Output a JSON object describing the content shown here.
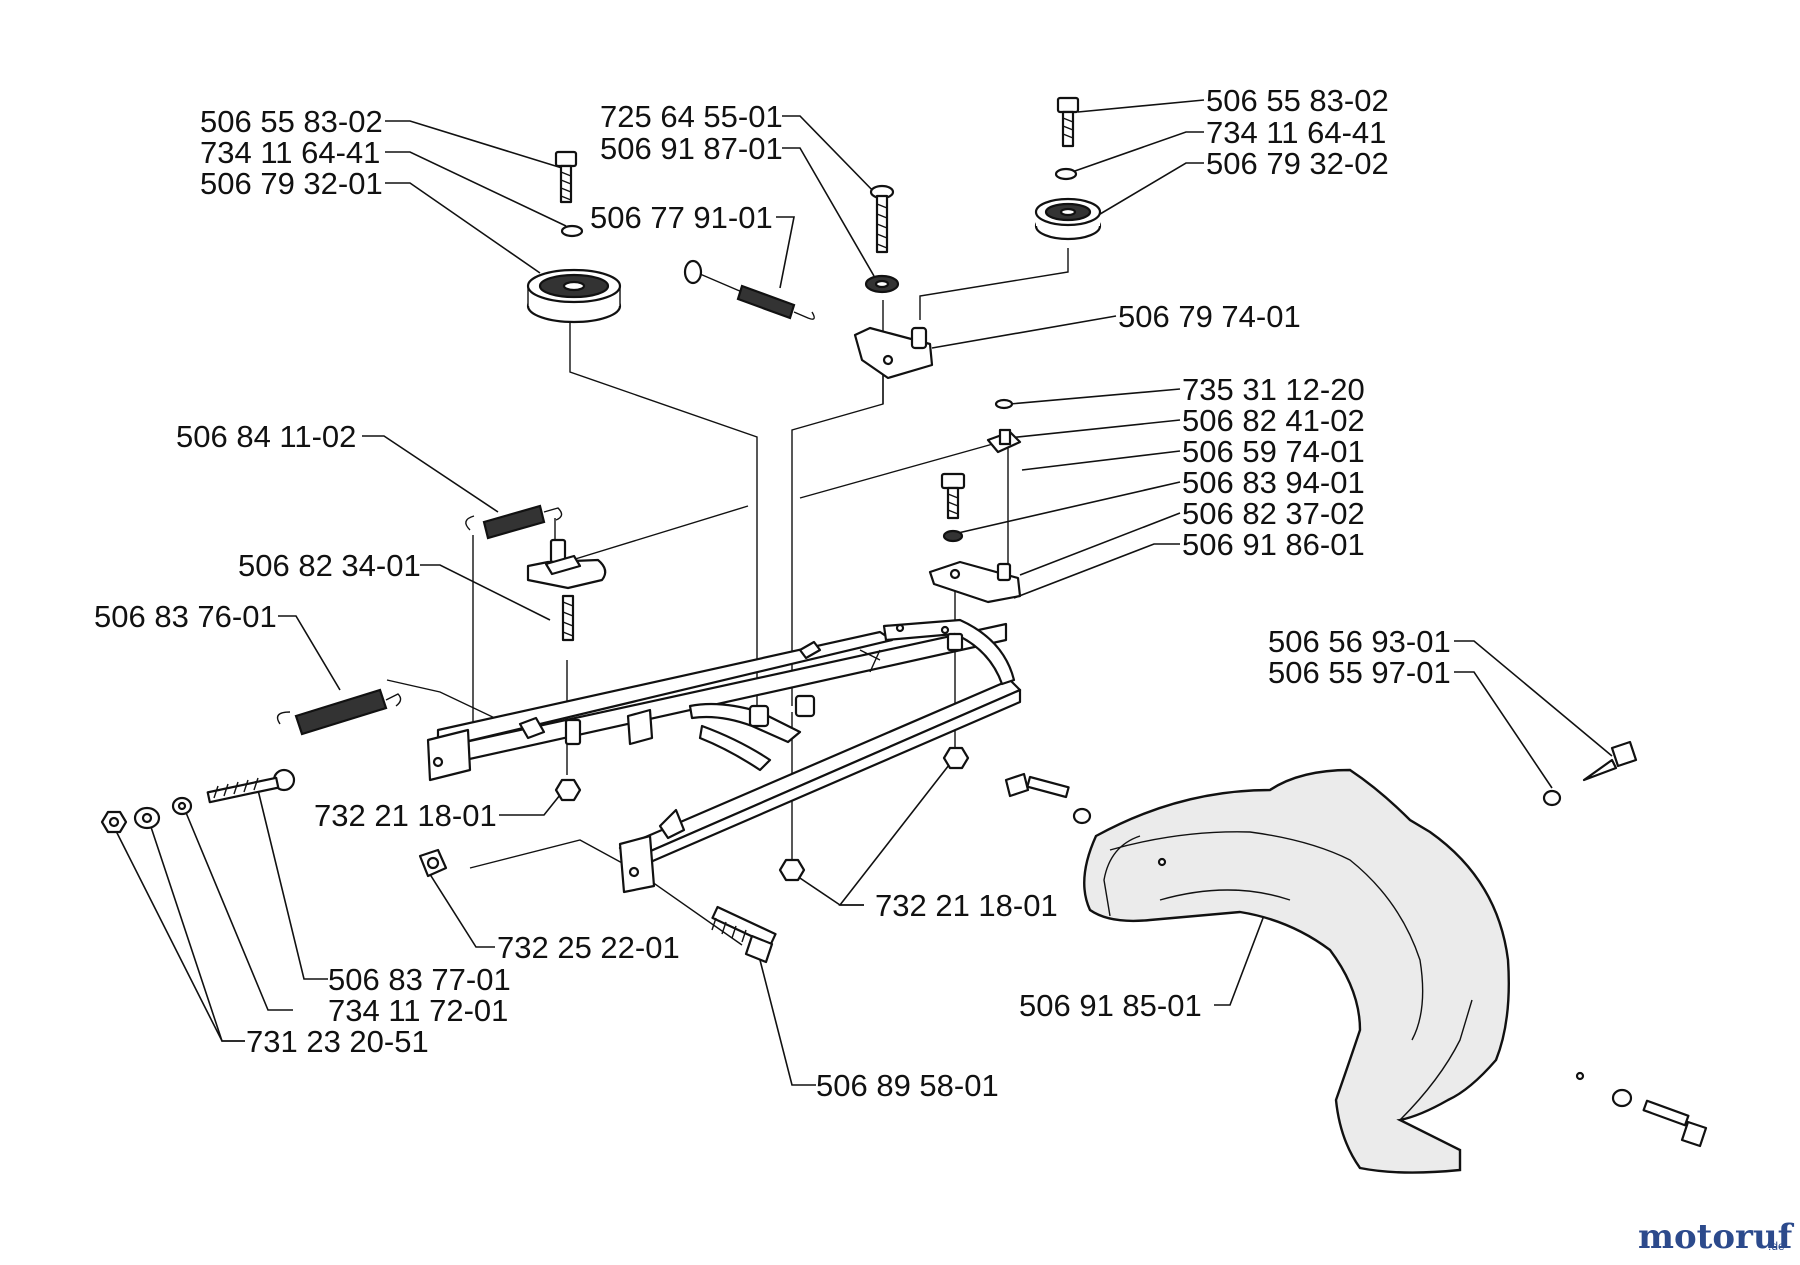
{
  "parts": {
    "p01": "506 55 83-02",
    "p02": "734 11 64-41",
    "p03": "506 79 32-01",
    "p04": "725 64 55-01",
    "p05": "506 91 87-01",
    "p06": "506 77 91-01",
    "p07": "506 55 83-02",
    "p08": "734 11 64-41",
    "p09": "506 79 32-02",
    "p10": "506 79 74-01",
    "p11": "735 31 12-20",
    "p12": "506 82 41-02",
    "p13": "506 59 74-01",
    "p14": "506 83 94-01",
    "p15": "506 82 37-02",
    "p16": "506 91 86-01",
    "p17": "506 84 11-02",
    "p18": "506 82 34-01",
    "p19": "506 83 76-01",
    "p20": "506 56 93-01",
    "p21": "506 55 97-01",
    "p22": "732 21 18-01",
    "p23": "732 21 18-01",
    "p24": "732 25 22-01",
    "p25": "506 83 77-01",
    "p26": "734 11 72-01",
    "p27": "731 23 20-51",
    "p28": "506 91 85-01",
    "p29": "506 89 58-01"
  },
  "logo": {
    "text": "motoruf",
    "suffix": ".de"
  },
  "colors": {
    "ink": "#111111",
    "logo_blue": "#2c4a8c",
    "logo_orange": "#e87722"
  }
}
